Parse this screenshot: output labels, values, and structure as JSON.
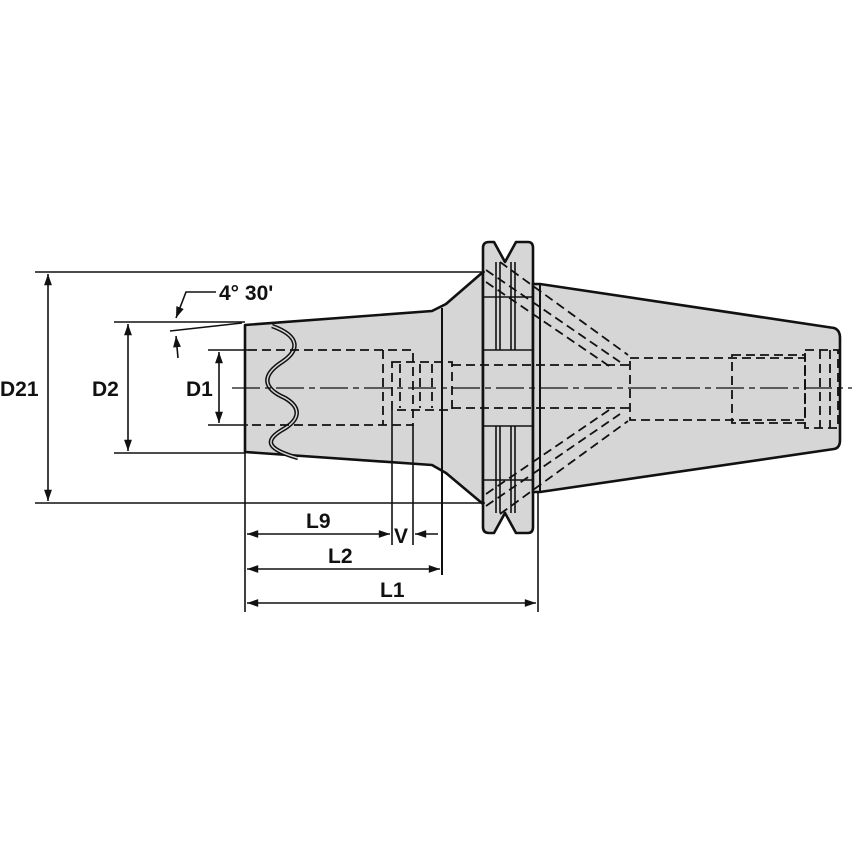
{
  "drawing": {
    "title": "Tool holder cross-section drawing",
    "background": "#ffffff",
    "fill_color": "#d6d6d6",
    "line_color": "#111111"
  },
  "dimensions": {
    "angle": "4° 30'",
    "d21": "D21",
    "d2": "D2",
    "d1": "D1",
    "l9": "L9",
    "v": "V",
    "l2": "L2",
    "l1": "L1"
  }
}
